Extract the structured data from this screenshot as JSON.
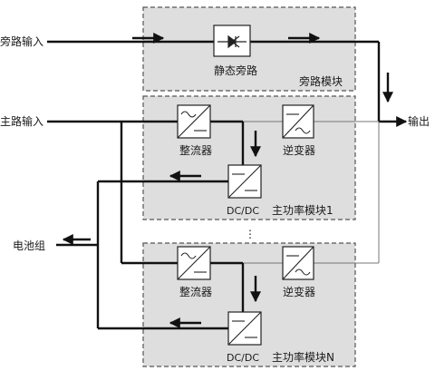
{
  "inputs": {
    "bypass": "旁路输入",
    "main": "主路输入",
    "battery": "电池组",
    "output": "输出"
  },
  "bypass_module": {
    "title": "旁路模块",
    "switch_label": "静态旁路"
  },
  "power_modules": [
    {
      "title": "主功率模块1",
      "rectifier": "整流器",
      "inverter": "逆变器",
      "dcdc": "DC/DC"
    },
    {
      "title": "主功率模块N",
      "rectifier": "整流器",
      "inverter": "逆变器",
      "dcdc": "DC/DC"
    }
  ],
  "ellipsis": "⋮"
}
